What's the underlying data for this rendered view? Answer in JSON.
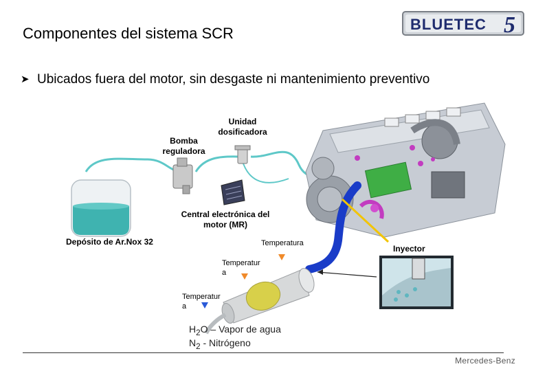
{
  "slide": {
    "title": "Componentes del sistema SCR",
    "bullet": "Ubicados fuera del motor, sin desgaste ni mantenimiento preventivo"
  },
  "logo": {
    "text": "BLUETEC",
    "number": "5"
  },
  "labels": {
    "pump": "Bomba reguladora",
    "dosing_unit": "Unidad dosificadora",
    "ecu": "Central electrónica del motor (MR)",
    "tank": "Depósito de Ar.Nox 32",
    "temp_1": "Temperatura",
    "temp_2": "Temperatur a",
    "temp_3": "Temperatur a",
    "injector": "Inyector"
  },
  "chemistry": {
    "water": {
      "formula": "H",
      "subscript": "2",
      "suffix": "O",
      "text": " – Vapor de agua"
    },
    "nitrogen": {
      "formula": "N",
      "subscript": "2",
      "text": " - Nitrógeno"
    }
  },
  "footer": {
    "brand": "Mercedes-Benz"
  },
  "colors": {
    "adblue_fluid": "#3fb3b0",
    "pipe": "#5ec8c8",
    "exhaust_pipe": "#1a3cc8",
    "temp_marker_orange": "#f08a2a",
    "temp_marker_blue": "#2a5ad8",
    "catalyst": "#d8d04a",
    "injector_callout": "#f2c400"
  }
}
